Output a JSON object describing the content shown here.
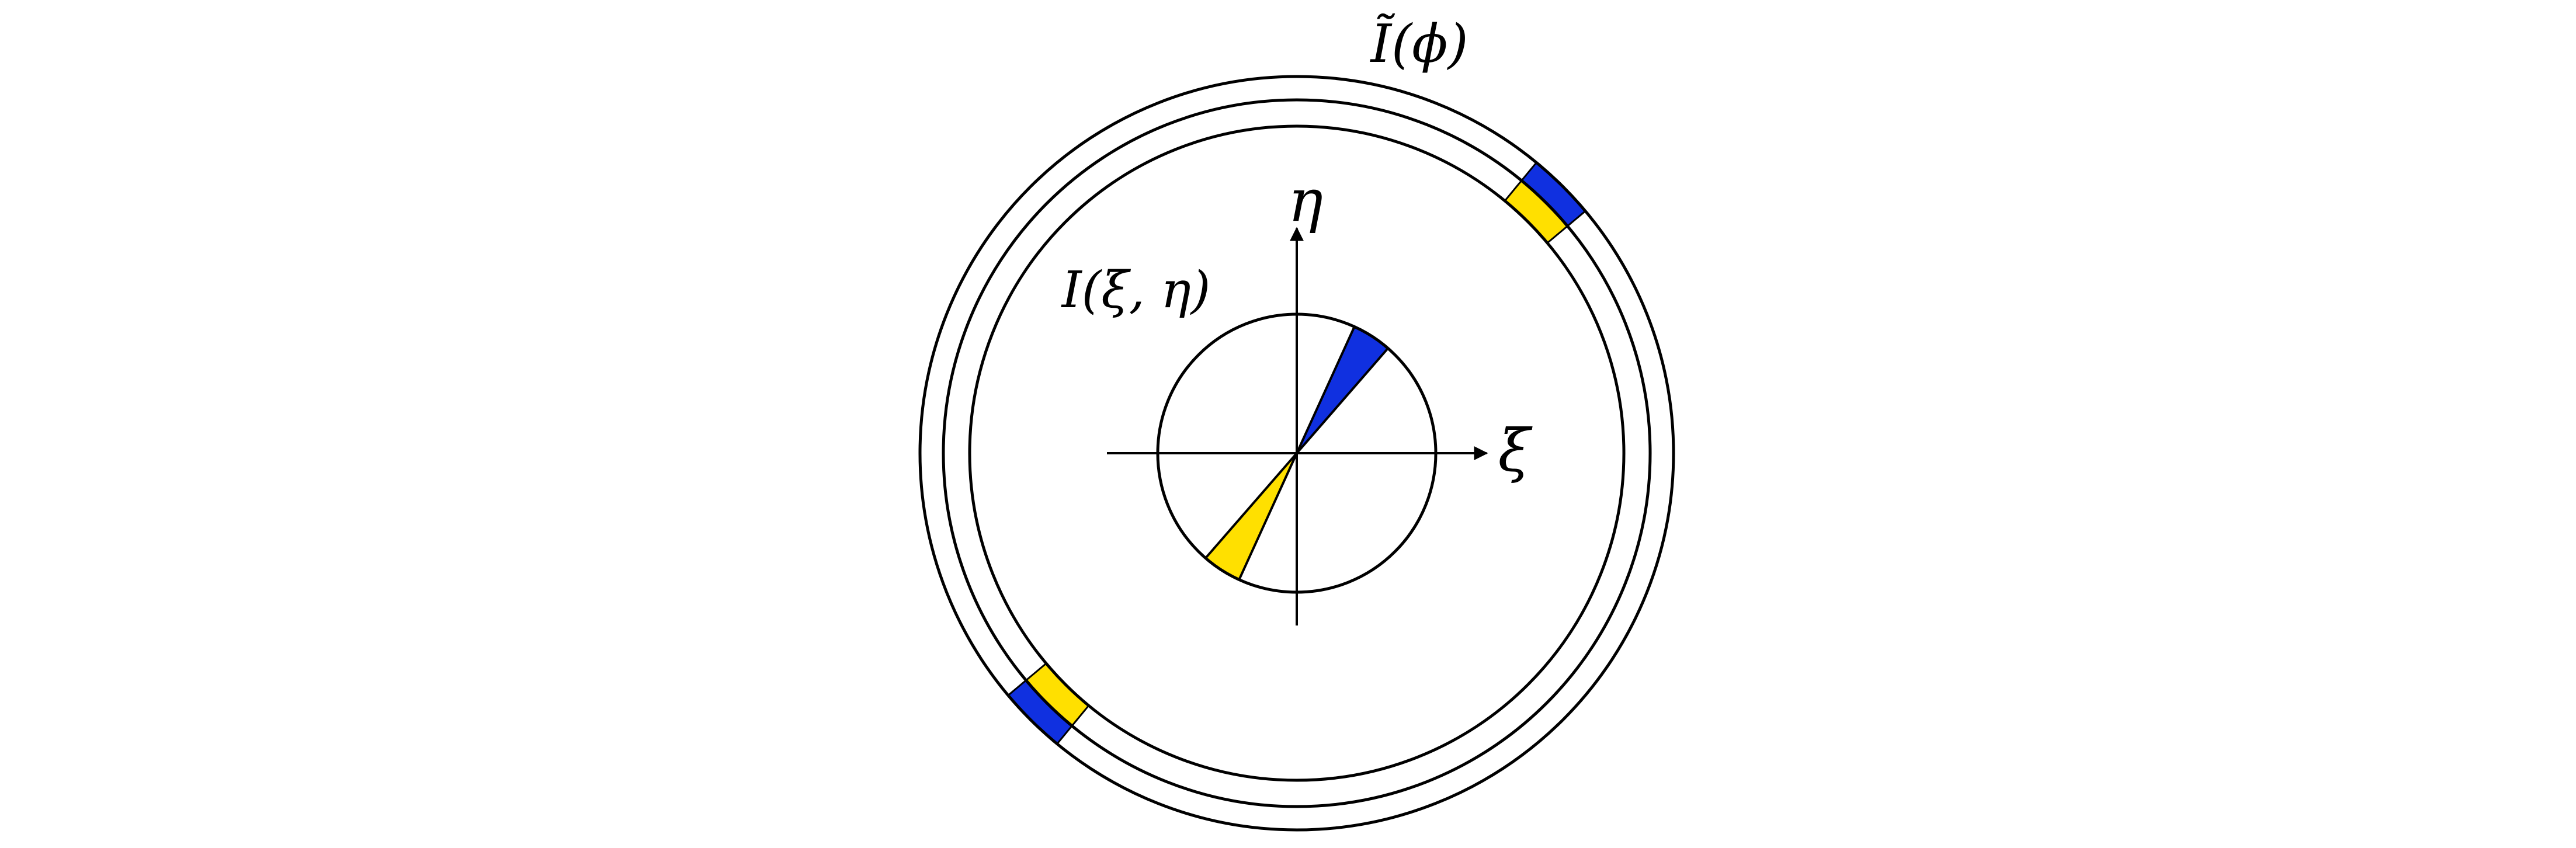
{
  "diagram": {
    "labels": {
      "transform": "Ĩ(ϕ)",
      "image": "I(ξ, η)",
      "xi_axis": "ξ",
      "eta_axis": "η"
    },
    "colors": {
      "background": "#ffffff",
      "stroke": "#000000",
      "blue": "#1030e0",
      "yellow": "#ffe000"
    }
  }
}
